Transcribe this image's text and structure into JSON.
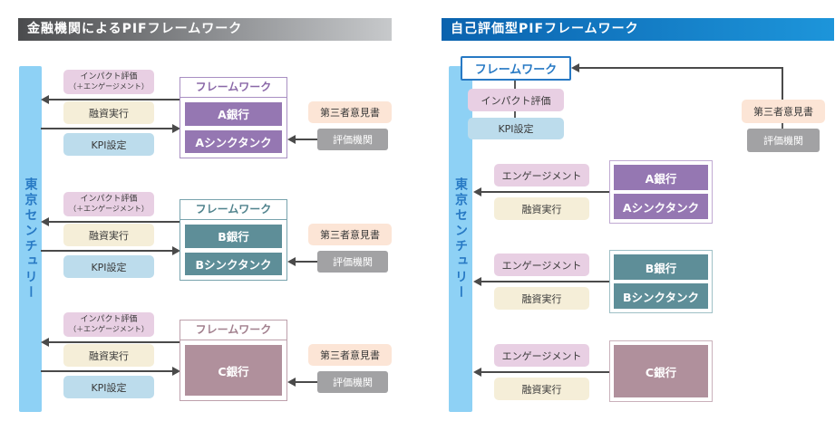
{
  "palette": {
    "left_title_gradient_start": "#4a4b4d",
    "left_title_gradient_end": "#c7c9cb",
    "right_title_gradient_start": "#0a62ae",
    "right_title_gradient_end": "#1d95da",
    "entity_bar_fill": "#8ed1f5",
    "entity_bar_text": "#2779c4",
    "impact_box_fill": "#e8cfe3",
    "loan_box_fill": "#f5eed8",
    "kpi_box_fill": "#bcdcec",
    "opinion_box_fill": "#fce5d6",
    "evaluator_box_fill": "#a2a2a4",
    "arrow_color": "#4a4a4a",
    "framework_link_blue": "#2779c4"
  },
  "left": {
    "title": "金融機関によるPIFフレームワーク",
    "entity": "東京センチュリー",
    "rows": [
      {
        "impact_line1": "インパクト評価",
        "impact_line2": "（＋エンゲージメント）",
        "loan": "融資実行",
        "kpi": "KPI設定",
        "framework": "フレームワーク",
        "bank": "A銀行",
        "thinktank": "Aシンクタンク",
        "opinion": "第三者意見書",
        "evaluator": "評価機関",
        "fill": "#9577b2",
        "border": "#a88fc2",
        "header_text": "#8a68a8"
      },
      {
        "impact_line1": "インパクト評価",
        "impact_line2": "（＋エンゲージメント）",
        "loan": "融資実行",
        "kpi": "KPI設定",
        "framework": "フレームワーク",
        "bank": "B銀行",
        "thinktank": "Bシンクタンク",
        "opinion": "第三者意見書",
        "evaluator": "評価機関",
        "fill": "#5e8e98",
        "border": "#78a3ad",
        "header_text": "#50838d"
      },
      {
        "impact_line1": "インパクト評価",
        "impact_line2": "（＋エンゲージメント）",
        "loan": "融資実行",
        "kpi": "KPI設定",
        "framework": "フレームワーク",
        "bank": "C銀行",
        "opinion": "第三者意見書",
        "evaluator": "評価機関",
        "fill": "#b0909c",
        "border": "#bda0ab",
        "header_text": "#a2808e"
      }
    ]
  },
  "right": {
    "title": "自己評価型PIFフレームワーク",
    "entity": "東京センチュリー",
    "framework": "フレームワーク",
    "impact": "インパクト評価",
    "kpi": "KPI設定",
    "opinion": "第三者意見書",
    "evaluator": "評価機関",
    "rows": [
      {
        "engagement": "エンゲージメント",
        "loan": "融資実行",
        "bank": "A銀行",
        "thinktank": "Aシンクタンク",
        "fill": "#9577b2",
        "border": "#c0aad2"
      },
      {
        "engagement": "エンゲージメント",
        "loan": "融資実行",
        "bank": "B銀行",
        "thinktank": "Bシンクタンク",
        "fill": "#5e8e98",
        "border": "#9fc0c6"
      },
      {
        "engagement": "エンゲージメント",
        "loan": "融資実行",
        "bank": "C銀行",
        "fill": "#b0909c",
        "border": "#cab1bb"
      }
    ]
  }
}
